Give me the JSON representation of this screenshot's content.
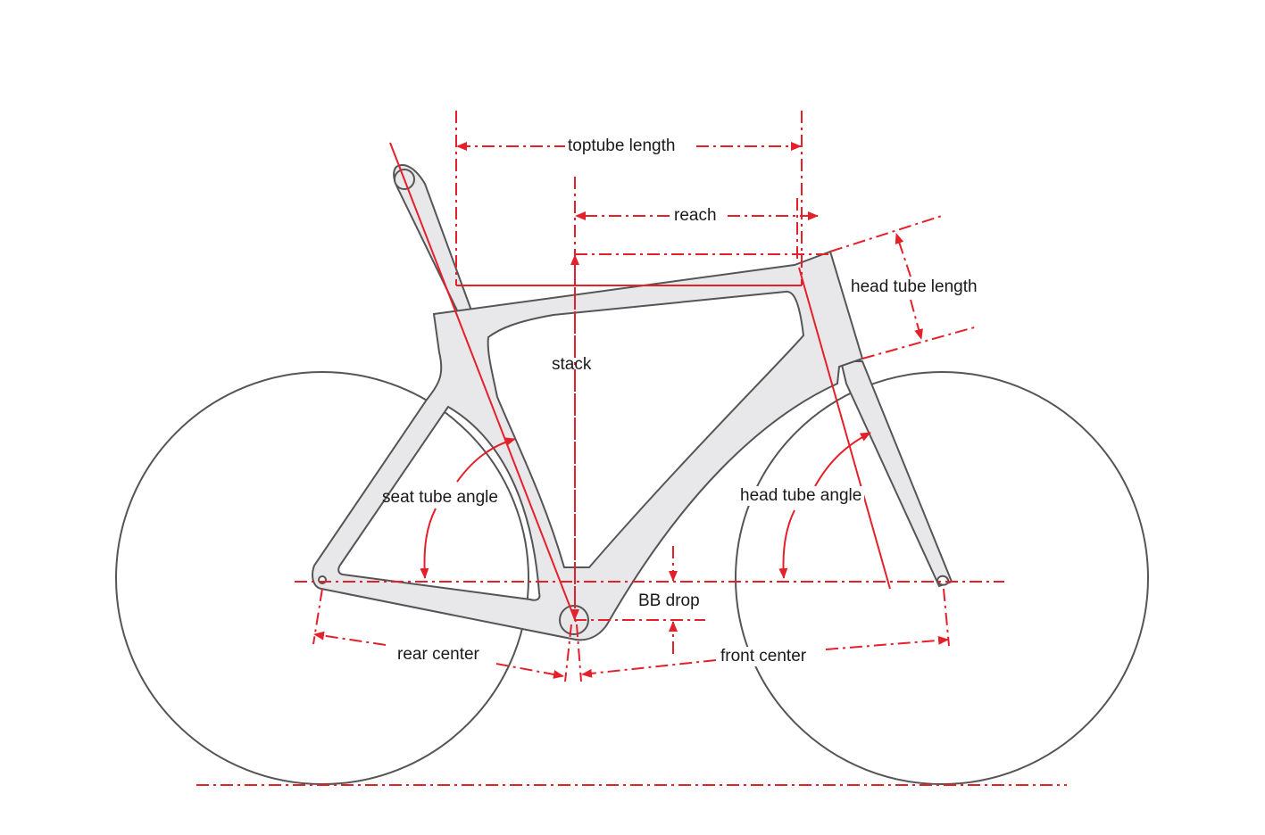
{
  "labels": {
    "toptube_length": "toptube length",
    "reach": "reach",
    "head_tube_length": "head tube length",
    "stack": "stack",
    "seat_tube_angle": "seat tube angle",
    "head_tube_angle": "head tube angle",
    "bb_drop": "BB drop",
    "rear_center": "rear center",
    "front_center": "front center"
  },
  "colors": {
    "dimension": "#e4202a",
    "outline": "#555555",
    "frame_fill": "#e8e8ea",
    "wheel": "#555555"
  }
}
